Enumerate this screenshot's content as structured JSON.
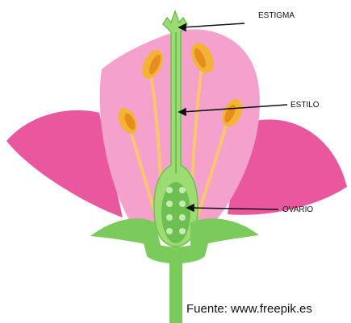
{
  "labels": {
    "stigma": "ESTIGMA",
    "style": "ESTILO",
    "ovary": "OVARIO"
  },
  "source": "Fuente: www.freepik.es",
  "colors": {
    "outer_petal": "#e9579f",
    "inner_petal": "#f4a1cc",
    "pistil": "#9cdc72",
    "pistil_dark": "#6dbf51",
    "sepal": "#7acb5c",
    "filament": "#f9c56f",
    "anther": "#f4b335",
    "anther_inner": "#e58d1e",
    "ovule": "#c7ebb3",
    "pointer": "#111111"
  }
}
